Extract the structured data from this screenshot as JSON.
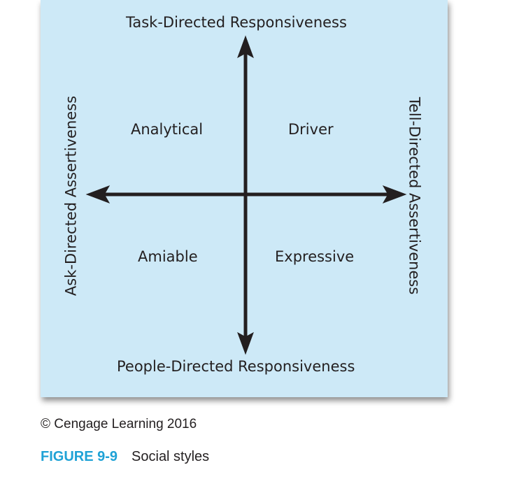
{
  "diagram": {
    "axes": {
      "top": "Task-Directed Responsiveness",
      "bottom": "People-Directed Responsiveness",
      "left": "Ask-Directed Assertiveness",
      "right": "Tell-Directed Assertiveness"
    },
    "quadrants": {
      "top_left": "Analytical",
      "top_right": "Driver",
      "bottom_left": "Amiable",
      "bottom_right": "Expressive"
    },
    "background_color": "#cde9f7"
  },
  "copyright": "© Cengage Learning 2016",
  "caption": {
    "figure_number": "FIGURE 9-9",
    "title": "Social styles",
    "figure_number_color": "#1fa2d6"
  }
}
